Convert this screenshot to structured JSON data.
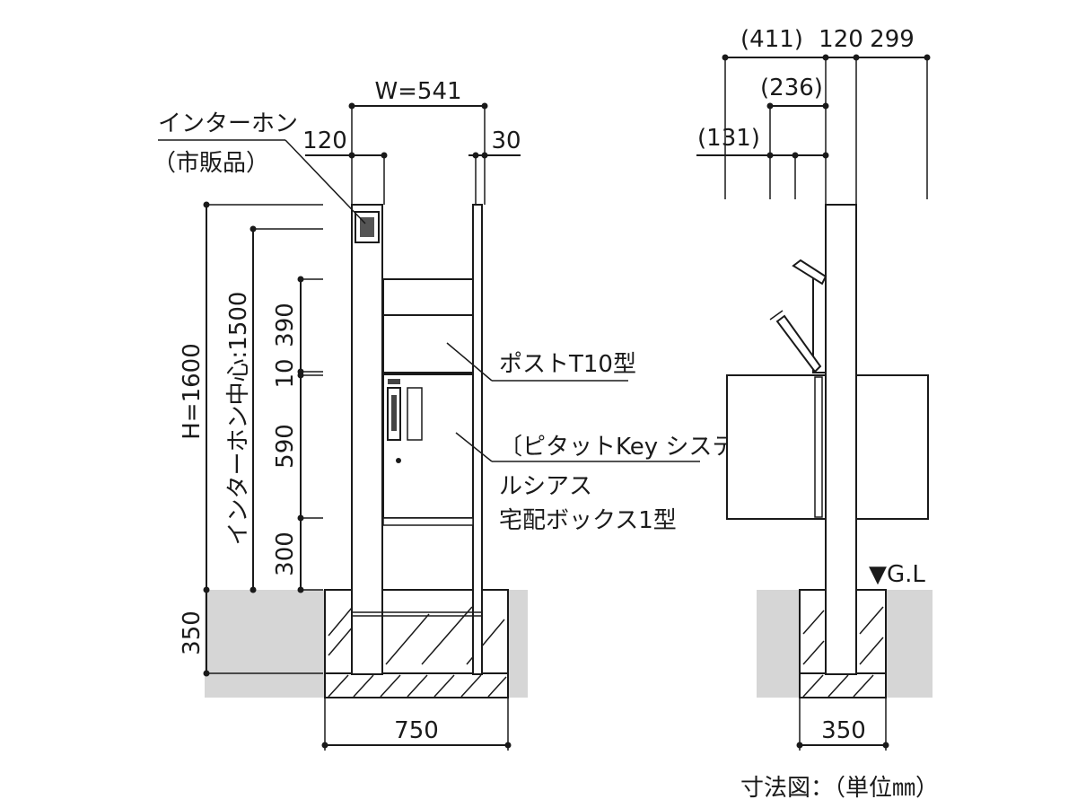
{
  "front_view": {
    "width_label": "W=541",
    "post_width_left": "120",
    "post_width_right": "30",
    "intercom_label_line1": "インターホン",
    "intercom_label_line2": "（市販品）",
    "height_label": "H=1600",
    "intercom_center_label": "インターホン中心:1500",
    "dim_390": "390",
    "dim_10": "10",
    "dim_590": "590",
    "dim_300": "300",
    "dim_350": "350",
    "base_width": "750",
    "post_box_label": "ポストT10型",
    "delivery_box_label_line1": "〔ピタットKey システム〕",
    "delivery_box_label_line2": "ルシアス",
    "delivery_box_label_line3": "宅配ボックス1型"
  },
  "side_view": {
    "dim_411": "(411)",
    "dim_120": "120",
    "dim_299": "299",
    "dim_236": "(236)",
    "dim_131": "(131)",
    "gl_label": "▼G.L",
    "base_width": "350"
  },
  "footer": {
    "caption": "寸法図：（単位㎜）"
  }
}
